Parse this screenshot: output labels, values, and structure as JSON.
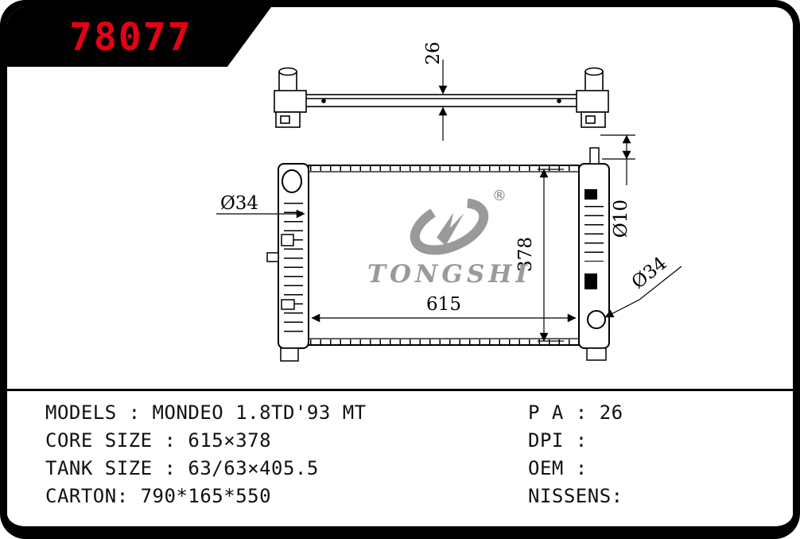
{
  "banner": {
    "part_number": "78077"
  },
  "colors": {
    "accent_red": "#e60012",
    "banner_bg": "#000000",
    "logo_gray": "#9a9a9a",
    "line_black": "#000000"
  },
  "drawing": {
    "labels": {
      "top_bar_height": "26",
      "left_inlet_diameter": "Ø34",
      "core_height": "378",
      "core_width": "615",
      "right_pipe_diameter": "Ø10",
      "right_outlet_diameter": "Ø34"
    },
    "logo": {
      "brand": "TONGSHI",
      "registered_mark": "®"
    }
  },
  "specs": {
    "left_rows": [
      "MODELS : MONDEO 1.8TD'93 MT",
      "CORE SIZE : 615×378",
      "TANK SIZE : 63/63×405.5",
      "CARTON: 790*165*550"
    ],
    "right_rows": [
      "P A : 26",
      "DPI :",
      "OEM :",
      "NISSENS:"
    ]
  }
}
